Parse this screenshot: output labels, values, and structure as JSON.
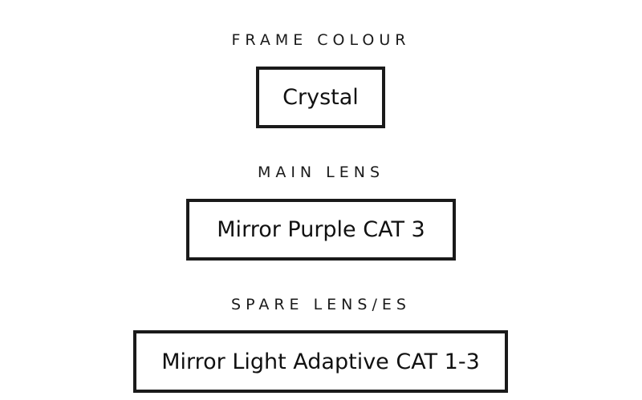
{
  "options": [
    {
      "heading": "FRAME COLOUR",
      "value": "Crystal"
    },
    {
      "heading": "MAIN LENS",
      "value": "Mirror Purple CAT 3"
    },
    {
      "heading": "SPARE LENS/ES",
      "value": "Mirror Light Adaptive CAT 1-3"
    }
  ],
  "colors": {
    "text": "#111111",
    "border": "#1a1a1a",
    "background": "#ffffff"
  }
}
